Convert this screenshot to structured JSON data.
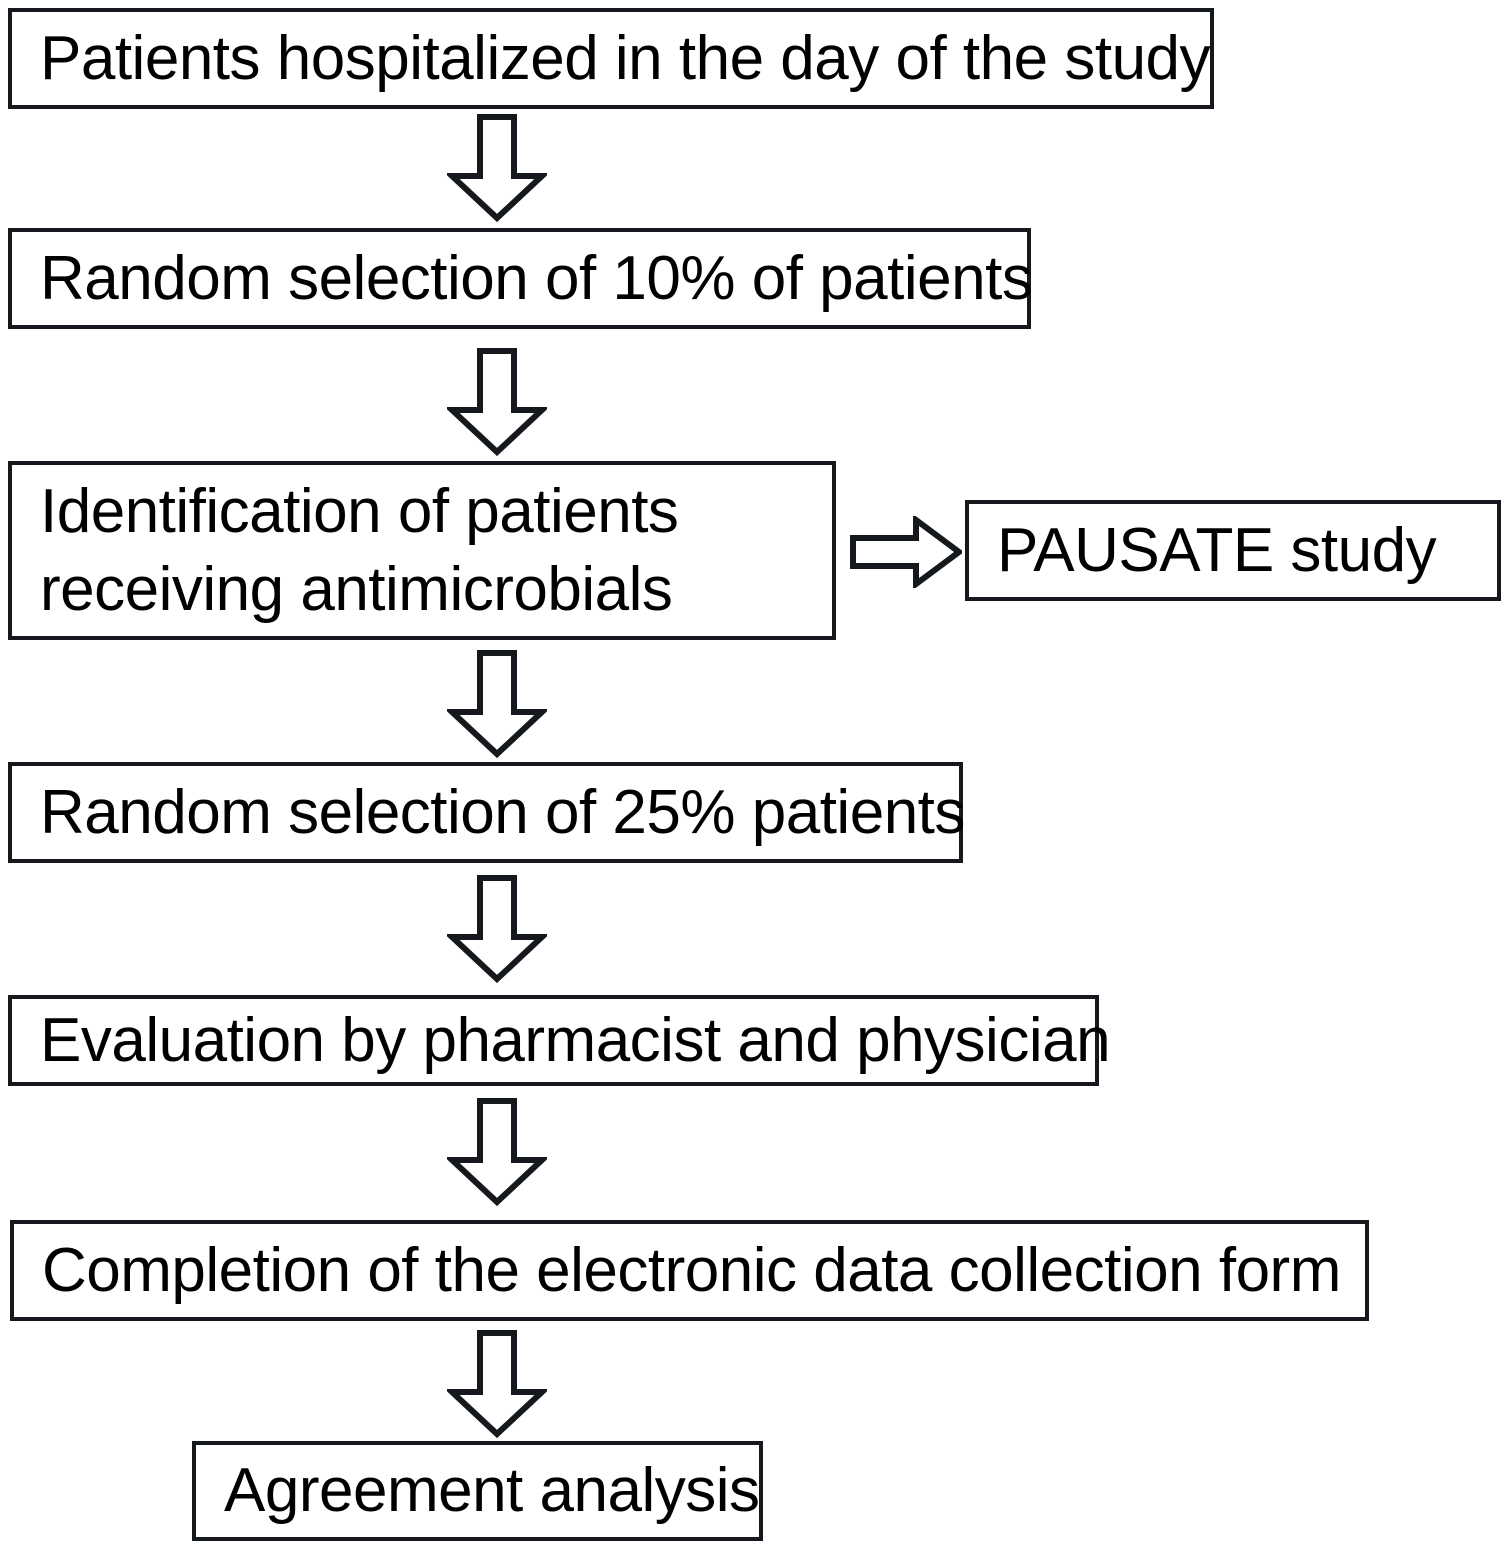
{
  "diagram": {
    "title": "Study patient selection and evaluation flowchart",
    "orientation": "top-to-bottom",
    "colors": {
      "stroke": "#15181c",
      "fill": "#ffffff",
      "text": "#000000"
    },
    "nodes": [
      {
        "id": "patients-hospitalized",
        "label": "Patients hospitalized in the day of the study",
        "lines": [
          "Patients hospitalized in the day of the study"
        ]
      },
      {
        "id": "random-10",
        "label": "Random selection of 10% of patients",
        "lines": [
          "Random selection of 10% of patients"
        ]
      },
      {
        "id": "identification-antimicrobials",
        "label": "Identification of patients receiving antimicrobials",
        "lines": [
          "Identification of patients",
          "receiving antimicrobials"
        ]
      },
      {
        "id": "pausate-study",
        "label": "PAUSATE study",
        "lines": [
          "PAUSATE study"
        ]
      },
      {
        "id": "random-25",
        "label": "Random selection of 25% patients",
        "lines": [
          "Random selection of 25% patients"
        ]
      },
      {
        "id": "evaluation",
        "label": "Evaluation by pharmacist and physician",
        "lines": [
          "Evaluation by pharmacist and physician"
        ]
      },
      {
        "id": "completion-form",
        "label": "Completion of the electronic data collection form",
        "lines": [
          "Completion of the electronic data collection form"
        ]
      },
      {
        "id": "agreement-analysis",
        "label": "Agreement analysis",
        "lines": [
          "Agreement analysis"
        ]
      }
    ],
    "connectors": [
      {
        "id": "c1",
        "from": "patients-hospitalized",
        "to": "random-10",
        "direction": "down",
        "icon": "arrow-down-icon"
      },
      {
        "id": "c2",
        "from": "random-10",
        "to": "identification-antimicrobials",
        "direction": "down",
        "icon": "arrow-down-icon"
      },
      {
        "id": "c3",
        "from": "identification-antimicrobials",
        "to": "pausate-study",
        "direction": "right",
        "icon": "arrow-right-icon"
      },
      {
        "id": "c4",
        "from": "identification-antimicrobials",
        "to": "random-25",
        "direction": "down",
        "icon": "arrow-down-icon"
      },
      {
        "id": "c5",
        "from": "random-25",
        "to": "evaluation",
        "direction": "down",
        "icon": "arrow-down-icon"
      },
      {
        "id": "c6",
        "from": "evaluation",
        "to": "completion-form",
        "direction": "down",
        "icon": "arrow-down-icon"
      },
      {
        "id": "c7",
        "from": "completion-form",
        "to": "agreement-analysis",
        "direction": "down",
        "icon": "arrow-down-icon"
      }
    ]
  }
}
